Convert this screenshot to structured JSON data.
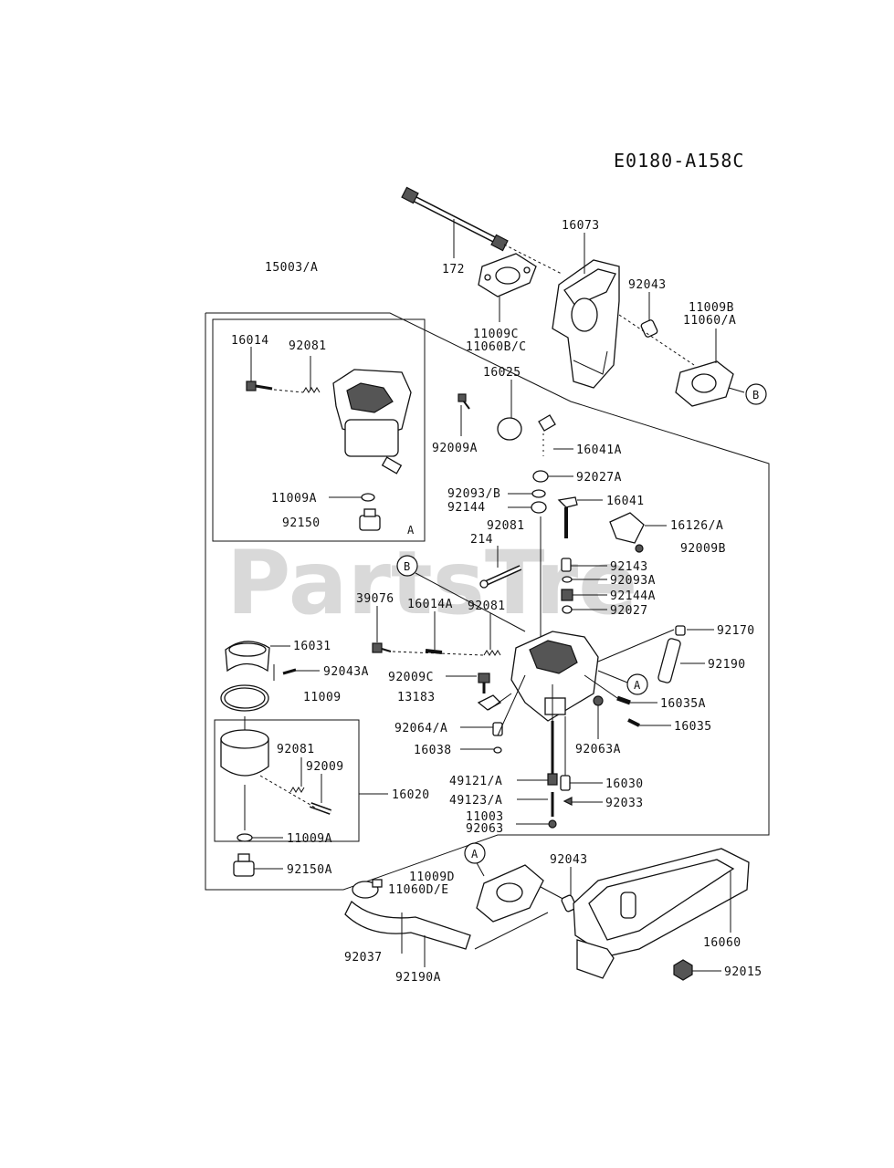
{
  "diagram_code": "E0180-A158C",
  "watermark": "PartsTre",
  "callouts": {
    "a_inset": "A",
    "a_carb": "A",
    "a_bottom": "A",
    "b_top": "B",
    "b_mid": "B"
  },
  "labels": {
    "p172": "172",
    "p15003a": "15003/A",
    "p16073": "16073",
    "p92043_top": "92043",
    "p11009b": "11009B",
    "p11060a": "11060/A",
    "p11009c": "11009C",
    "p11060bc": "11060B/C",
    "p16014": "16014",
    "p92081_inset": "92081",
    "p16025": "16025",
    "p92009a": "92009A",
    "p16041a": "16041A",
    "p92027a": "92027A",
    "p11009a_inset": "11009A",
    "p92093b": "92093/B",
    "p92144": "92144",
    "p16041": "16041",
    "p92150": "92150",
    "p92081_a": "92081",
    "p16126a": "16126/A",
    "p214": "214",
    "p92009b": "92009B",
    "p92143": "92143",
    "p92093a": "92093A",
    "p92144a": "92144A",
    "p92027": "92027",
    "p39076": "39076",
    "p16014a": "16014A",
    "p92081_b": "92081",
    "p16031": "16031",
    "p92170": "92170",
    "p92043a": "92043A",
    "p92190": "92190",
    "p11009": "11009",
    "p92009c": "92009C",
    "p13183": "13183",
    "p16035a": "16035A",
    "p16035": "16035",
    "p92064a": "92064/A",
    "p16038": "16038",
    "p92063a": "92063A",
    "p92081_c": "92081",
    "p92009": "92009",
    "p49121a": "49121/A",
    "p16030": "16030",
    "p16020": "16020",
    "p49123a": "49123/A",
    "p92033": "92033",
    "p11003": "11003",
    "p92063": "92063",
    "p11009a": "11009A",
    "p92150a": "92150A",
    "p92043_bottom": "92043",
    "p11009d": "11009D",
    "p11060de": "11060D/E",
    "p16060": "16060",
    "p92037": "92037",
    "p92015": "92015",
    "p92190a": "92190A"
  }
}
